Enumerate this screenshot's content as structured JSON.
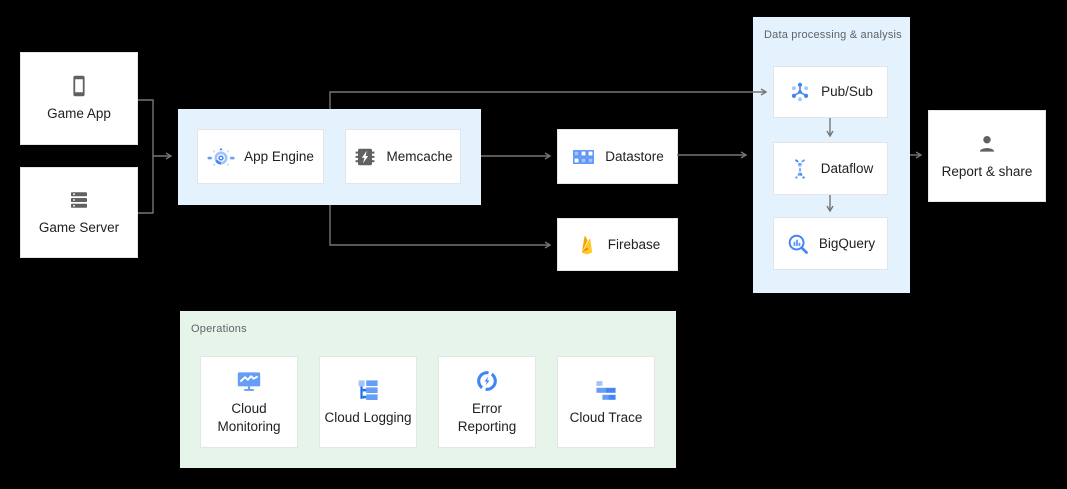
{
  "diagram": {
    "background": "#000000",
    "connector_color": "#757575",
    "groups": {
      "app": {
        "color": "#E3F2FD"
      },
      "analysis": {
        "title": "Data processing & analysis",
        "color": "#E3F2FD"
      },
      "operations": {
        "title": "Operations",
        "color": "#E6F4EA"
      }
    },
    "nodes": {
      "game_app": {
        "label": "Game App",
        "icon": "smartphone-icon"
      },
      "game_server": {
        "label": "Game Server",
        "icon": "server-icon"
      },
      "app_engine": {
        "label": "App Engine",
        "icon": "app-engine-icon"
      },
      "memcache": {
        "label": "Memcache",
        "icon": "memcache-chip-icon"
      },
      "datastore": {
        "label": "Datastore",
        "icon": "datastore-grid-icon"
      },
      "firebase": {
        "label": "Firebase",
        "icon": "firebase-flame-icon"
      },
      "pubsub": {
        "label": "Pub/Sub",
        "icon": "pubsub-nodes-icon"
      },
      "dataflow": {
        "label": "Dataflow",
        "icon": "dataflow-helix-icon"
      },
      "bigquery": {
        "label": "BigQuery",
        "icon": "bigquery-magnifier-icon"
      },
      "report_share": {
        "label": "Report & share",
        "icon": "person-icon"
      },
      "cloud_monitoring": {
        "label": "Cloud Monitoring",
        "icon": "monitoring-screen-icon"
      },
      "cloud_logging": {
        "label": "Cloud Logging",
        "icon": "logging-list-icon"
      },
      "error_reporting": {
        "label": "Error Reporting",
        "icon": "error-reporting-icon"
      },
      "cloud_trace": {
        "label": "Cloud Trace",
        "icon": "trace-bars-icon"
      }
    },
    "palette": {
      "google_blue": "#4285F4",
      "medium_blue": "#669DF6",
      "light_blue": "#A1C2FA",
      "dark_blue": "#1A73E8",
      "icon_gray": "#616161",
      "firebase_amber": "#FFCA28",
      "firebase_orange": "#FFA000",
      "firebase_deep_orange": "#F57C00",
      "label_text": "#212121",
      "group_title_text": "#5F6368"
    }
  }
}
